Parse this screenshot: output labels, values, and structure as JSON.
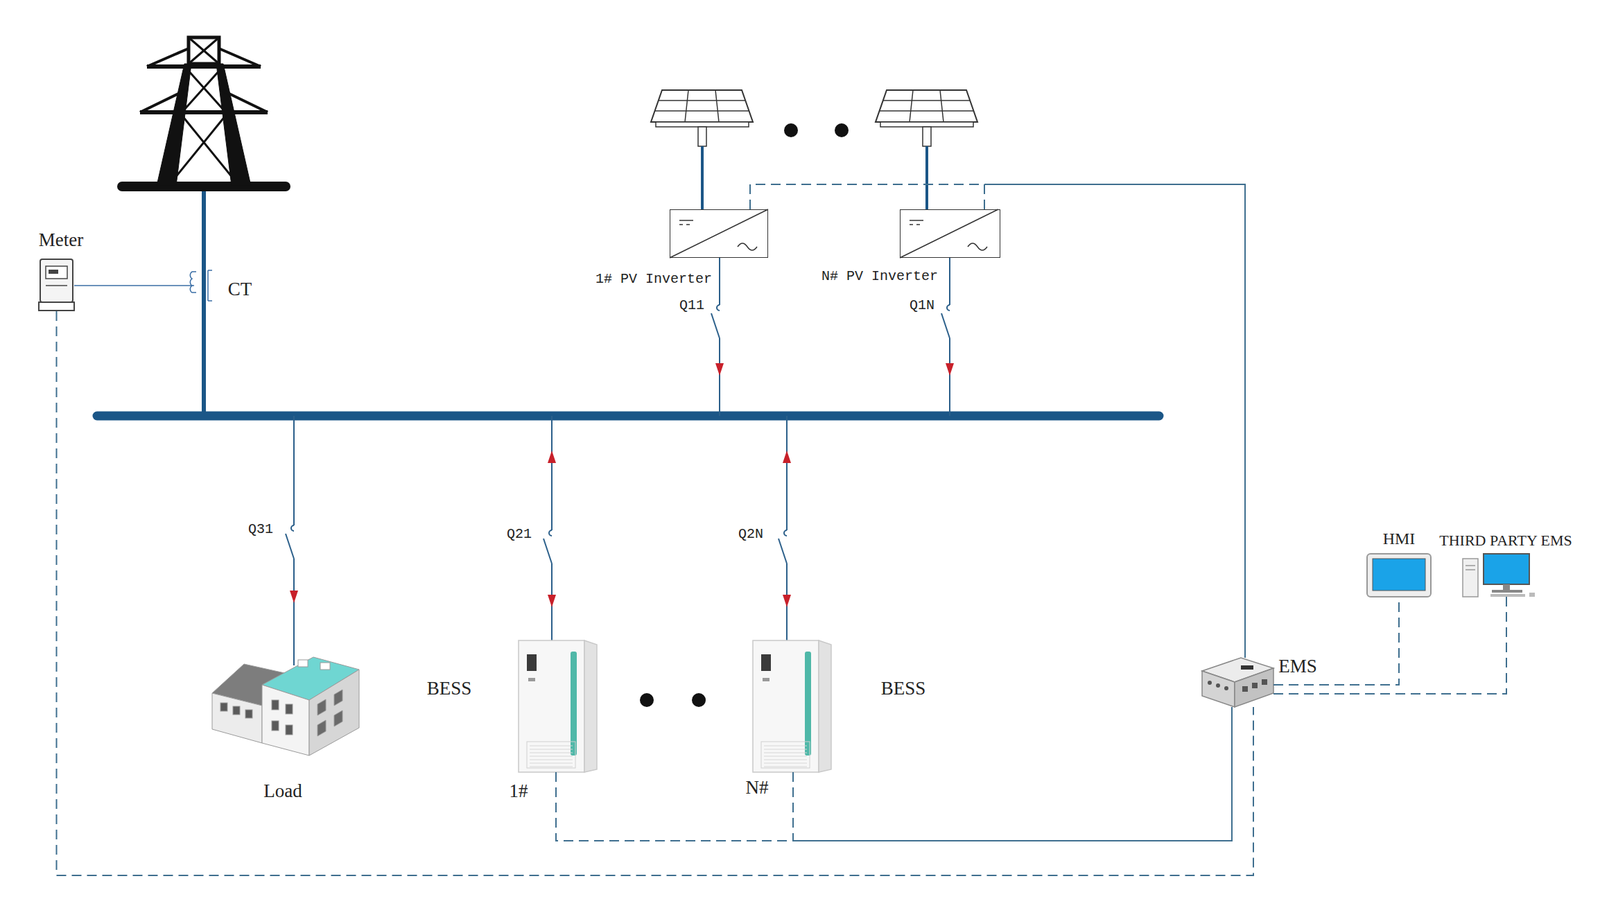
{
  "diagram": {
    "nodes": [
      {
        "text": [
          "Meter"
        ]
      },
      {
        "text": [
          "1# PV Inverter"
        ]
      },
      {
        "text": [
          "N# PV Inverter"
        ]
      },
      {
        "text": [
          "Load"
        ]
      },
      {
        "text": [
          "BESS",
          "1#"
        ]
      },
      {
        "text": [
          "BESS",
          "N#"
        ]
      },
      {
        "text": [
          "EMS"
        ]
      },
      {
        "text": [
          "HMI"
        ]
      },
      {
        "text": [
          "THIRD PARTY EMS"
        ]
      }
    ],
    "edges": [
      {
        "from": 0,
        "to": 6,
        "arrow": "none"
      },
      {
        "from": 1,
        "to": 6,
        "arrow": "none"
      },
      {
        "from": 2,
        "to": 6,
        "arrow": "none"
      },
      {
        "from": 4,
        "to": 6,
        "arrow": "none"
      },
      {
        "from": 5,
        "to": 6,
        "arrow": "none"
      },
      {
        "from": 6,
        "to": 7,
        "arrow": "none"
      },
      {
        "from": 6,
        "to": 8,
        "arrow": "none"
      }
    ],
    "labels": [
      "CT",
      "Q11",
      "Q1N",
      "Q31",
      "Q21",
      "Q2N"
    ]
  }
}
